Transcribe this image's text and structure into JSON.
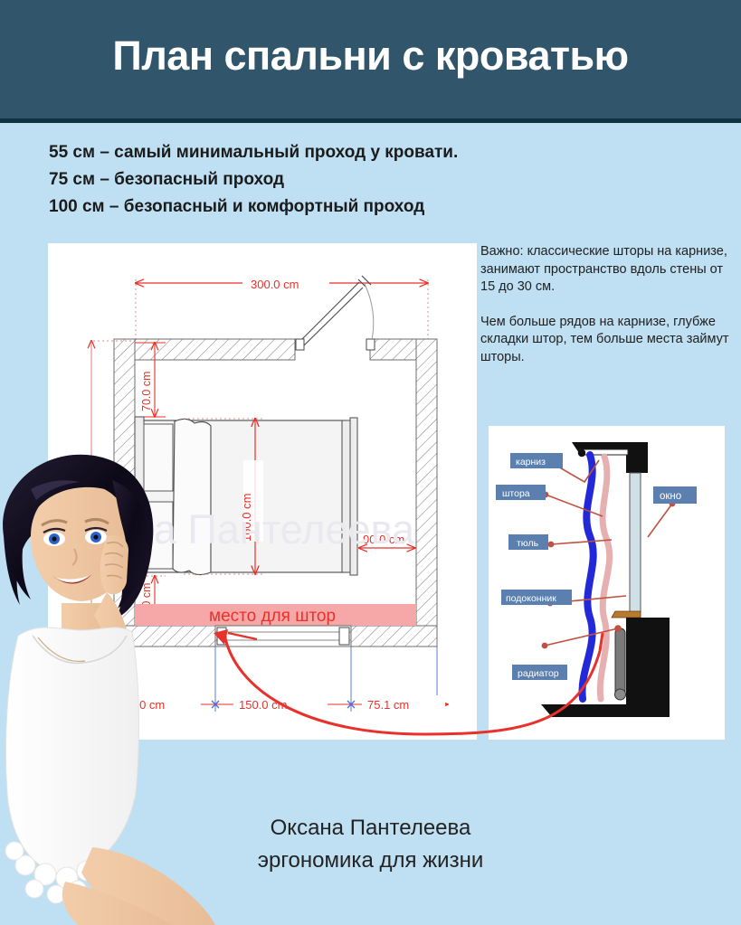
{
  "header": {
    "title": "План спальни с кроватью",
    "bar_color": "#31566b",
    "title_color": "#ffffff"
  },
  "page": {
    "background_color": "#bfe0f2",
    "panel_color": "#ffffff"
  },
  "intro": {
    "lines": [
      "55 см – самый минимальный проход у кровати.",
      "75 см – безопасный проход",
      "100 см – безопасный и комфортный проход"
    ]
  },
  "notes": {
    "paragraphs": [
      "Важно: классические шторы на карнизе, занимают пространство вдоль стены от 15 до 30 см.",
      "Чем больше рядов на карнизе, глубже складки штор, тем больше места займут шторы."
    ]
  },
  "plan": {
    "watermark": "ана Пантелеева",
    "curtain_band_label": "место для штор",
    "curtain_band_color": "#f6a8a8",
    "dimension_color": "#e8312a",
    "baseline_color": "#4b6fd4",
    "dimensions": {
      "room_width": "300.0 cm",
      "wall_to_bed_top": "70.0 cm",
      "bed_length": "160.0 cm",
      "bed_to_right_wall": "90.0 cm",
      "bed_to_bottom_wall": "70.0 cm",
      "left_segment": "75.0 cm",
      "window_segment": "150.0 cm",
      "right_segment": "75.1 cm",
      "room_depth_partial": "m"
    }
  },
  "window_diagram": {
    "label_bg": "#5b7fae",
    "label_text_color": "#ffffff",
    "leader_color": "#c05040",
    "curtain_color": "#2229d8",
    "tulle_color": "#e6b0b0",
    "labels": [
      "карниз",
      "штора",
      "тюль",
      "подоконник",
      "радиатор",
      "окно"
    ]
  },
  "credit": {
    "name": "Оксана Пантелеева",
    "tagline": "эргономика для жизни"
  }
}
